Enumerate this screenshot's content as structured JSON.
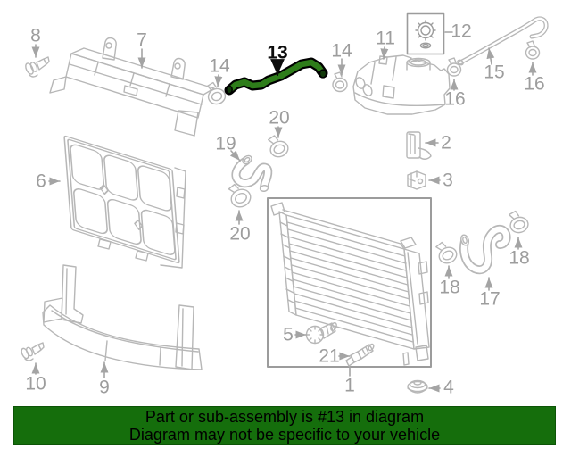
{
  "diagram": {
    "highlighted_part_number": "13"
  },
  "labels": {
    "l1": "1",
    "l2": "2",
    "l3": "3",
    "l4": "4",
    "l5": "5",
    "l6": "6",
    "l7": "7",
    "l8": "8",
    "l9": "9",
    "l10": "10",
    "l11": "11",
    "l12": "12",
    "l13": "13",
    "l14a": "14",
    "l14b": "14",
    "l15": "15",
    "l16a": "16",
    "l16b": "16",
    "l17": "17",
    "l18a": "18",
    "l18b": "18",
    "l19": "19",
    "l20a": "20",
    "l20b": "20",
    "l21": "21"
  },
  "banner": {
    "line1": "Part or sub-assembly is #13 in diagram",
    "line2": "Diagram may not be specific to your vehicle"
  },
  "colors": {
    "highlight_green": "#2e7d1a",
    "hose_outline": "#000000",
    "banner_green": "#156e0c",
    "line_gray": "#b7b7b7",
    "box_gray": "#9c9c9c",
    "label_gray": "#9d9d9d",
    "label_black": "#0c0c0c"
  }
}
